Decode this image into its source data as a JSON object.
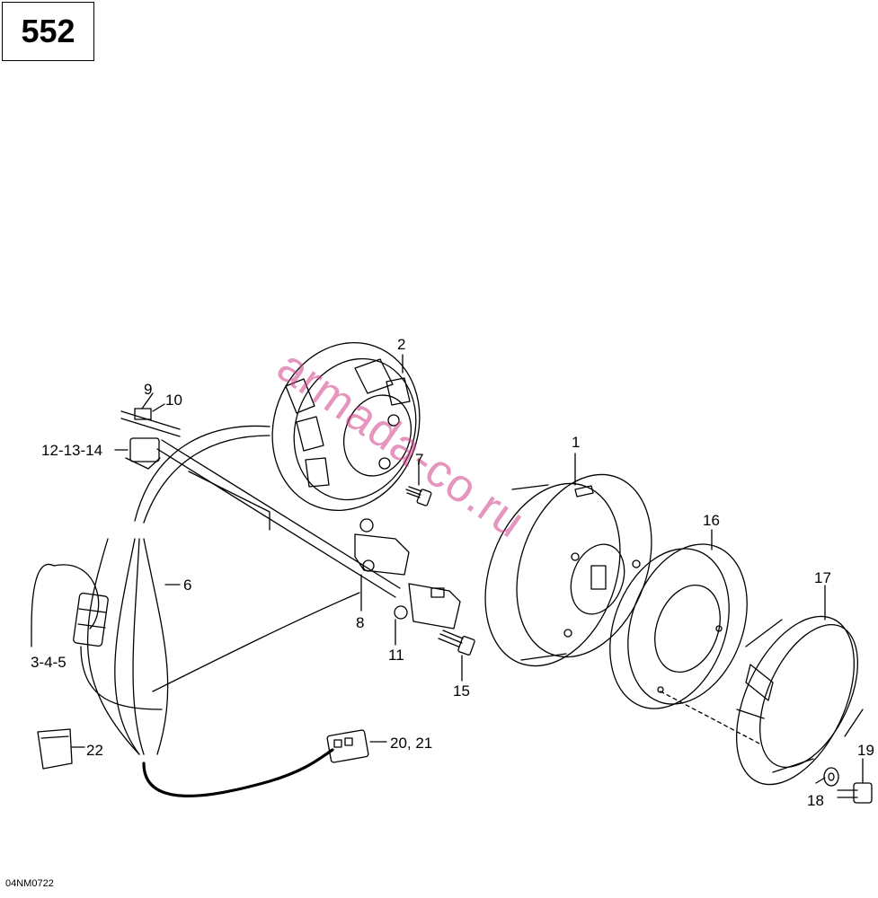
{
  "page_number": "552",
  "drawing_ref": "04NM0722",
  "watermark": "armada-co.ru",
  "callouts": {
    "c1": "1",
    "c2": "2",
    "c6": "6",
    "c7": "7",
    "c8": "8",
    "c9": "9",
    "c10": "10",
    "c11": "11",
    "c15": "15",
    "c16": "16",
    "c17": "17",
    "c18": "18",
    "c19": "19",
    "c12_13_14": "12-13-14",
    "c3_4_5": "3-4-5",
    "c20_21": "20, 21",
    "c22": "22"
  },
  "colors": {
    "line": "#000000",
    "watermark": "#d0408a"
  }
}
